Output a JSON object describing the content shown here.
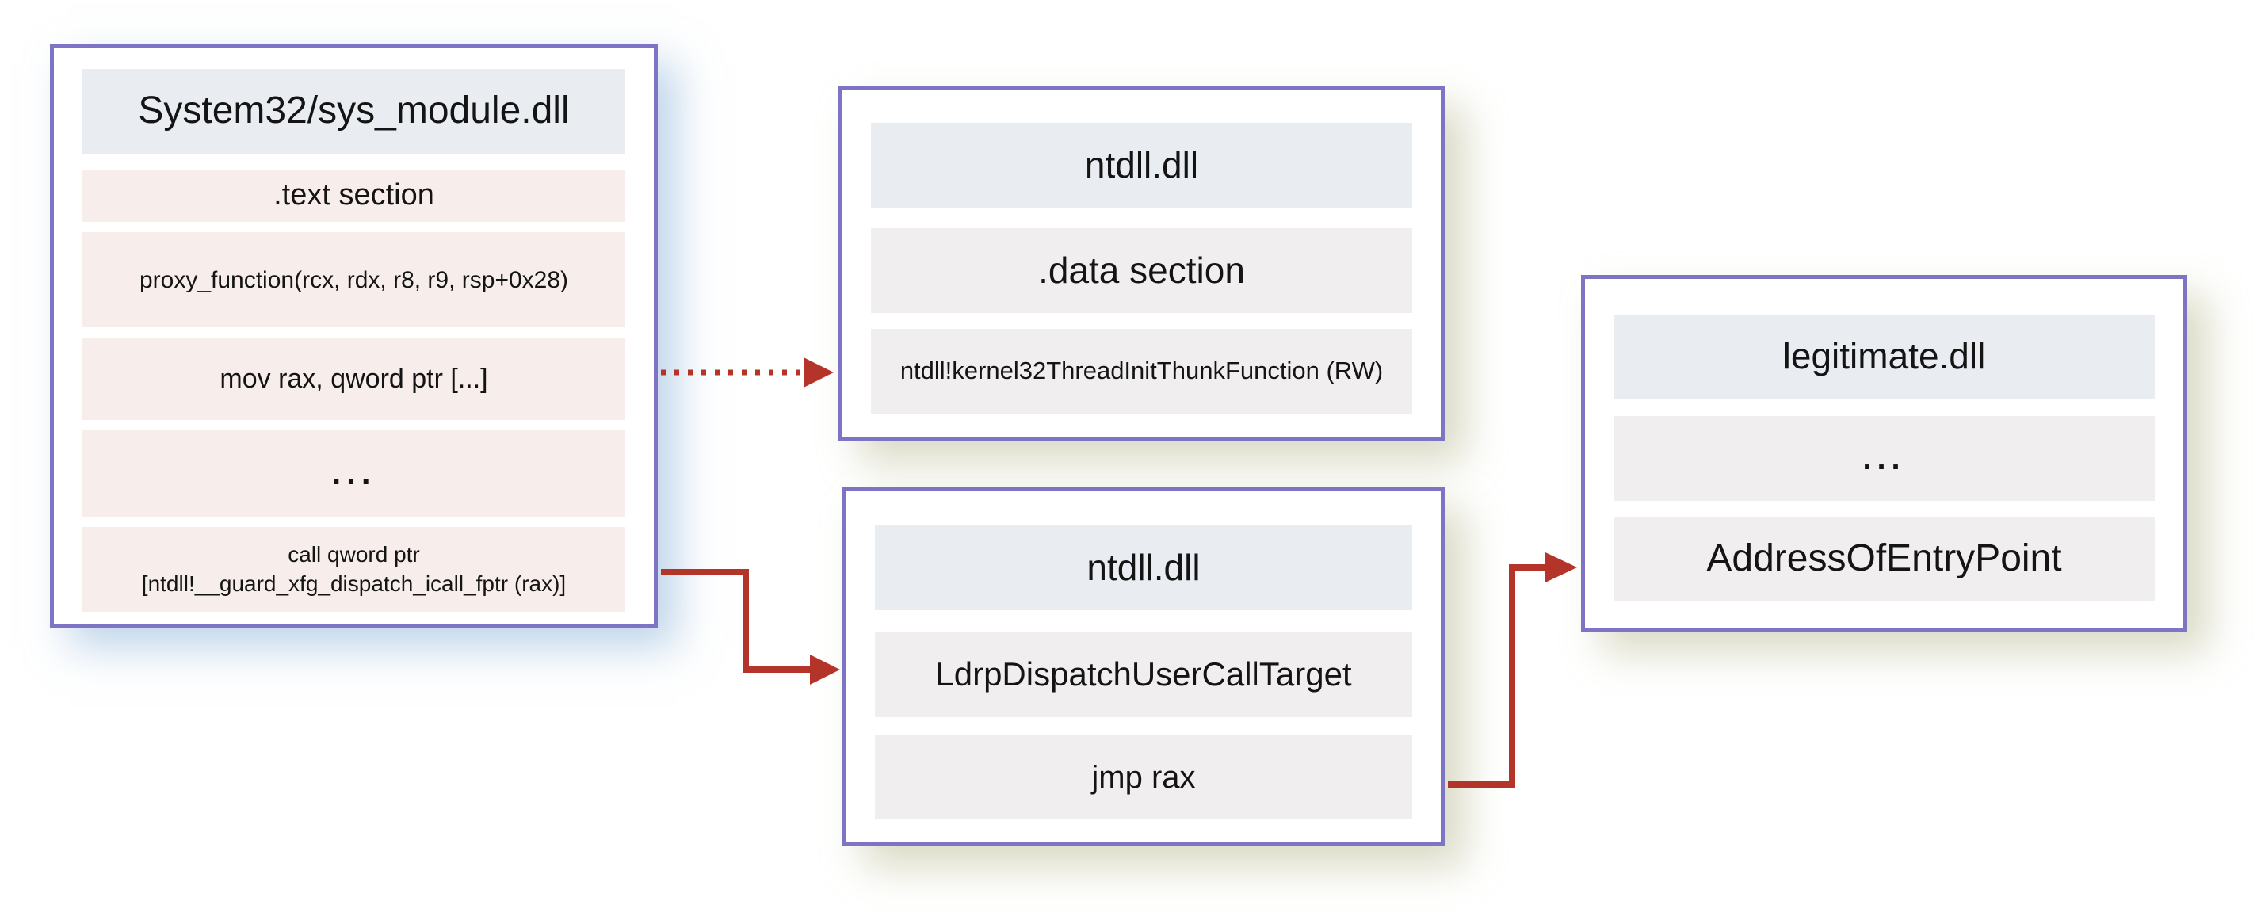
{
  "diagram": {
    "boxes": [
      {
        "name": "sys-module-dll",
        "title": "System32/sys_module.dll",
        "rows": [
          {
            "text": ".text section"
          },
          {
            "text": "proxy_function(rcx, rdx, r8, r9, rsp+0x28)"
          },
          {
            "text": "mov rax, qword ptr [...]"
          },
          {
            "text": "..."
          },
          {
            "line1": "call qword ptr",
            "line2": "[ntdll!__guard_xfg_dispatch_icall_fptr (rax)]"
          }
        ]
      },
      {
        "name": "ntdll-data-section",
        "title": "ntdll.dll",
        "rows": [
          {
            "text": ".data section"
          },
          {
            "text": "ntdll!kernel32ThreadInitThunkFunction (RW)"
          }
        ]
      },
      {
        "name": "ntdll-dispatcher",
        "title": "ntdll.dll",
        "rows": [
          {
            "text": "LdrpDispatchUserCallTarget"
          },
          {
            "text": "jmp rax"
          }
        ]
      },
      {
        "name": "legitimate-dll",
        "title": "legitimate.dll",
        "rows": [
          {
            "text": "..."
          },
          {
            "text": "AddressOfEntryPoint"
          }
        ]
      }
    ],
    "arrows": [
      {
        "name": "mov-to-data-section",
        "style": "dotted",
        "from": "mov rax, qword ptr [...]",
        "to": "ntdll!kernel32ThreadInitThunkFunction (RW)"
      },
      {
        "name": "call-to-dispatcher",
        "style": "solid",
        "from": "call qword ptr [ntdll!__guard_xfg_dispatch_icall_fptr (rax)]",
        "to": "LdrpDispatchUserCallTarget"
      },
      {
        "name": "jmp-to-entrypoint",
        "style": "solid",
        "from": "jmp rax",
        "to": "AddressOfEntryPoint"
      }
    ],
    "colors": {
      "border_purple": "#7e74c6",
      "header_bg": "#e9edf2",
      "pink_row_bg": "#f7edea",
      "gray_row_bg": "#f0eeef",
      "arrow_red": "#b5342a",
      "text": "#141414"
    }
  }
}
